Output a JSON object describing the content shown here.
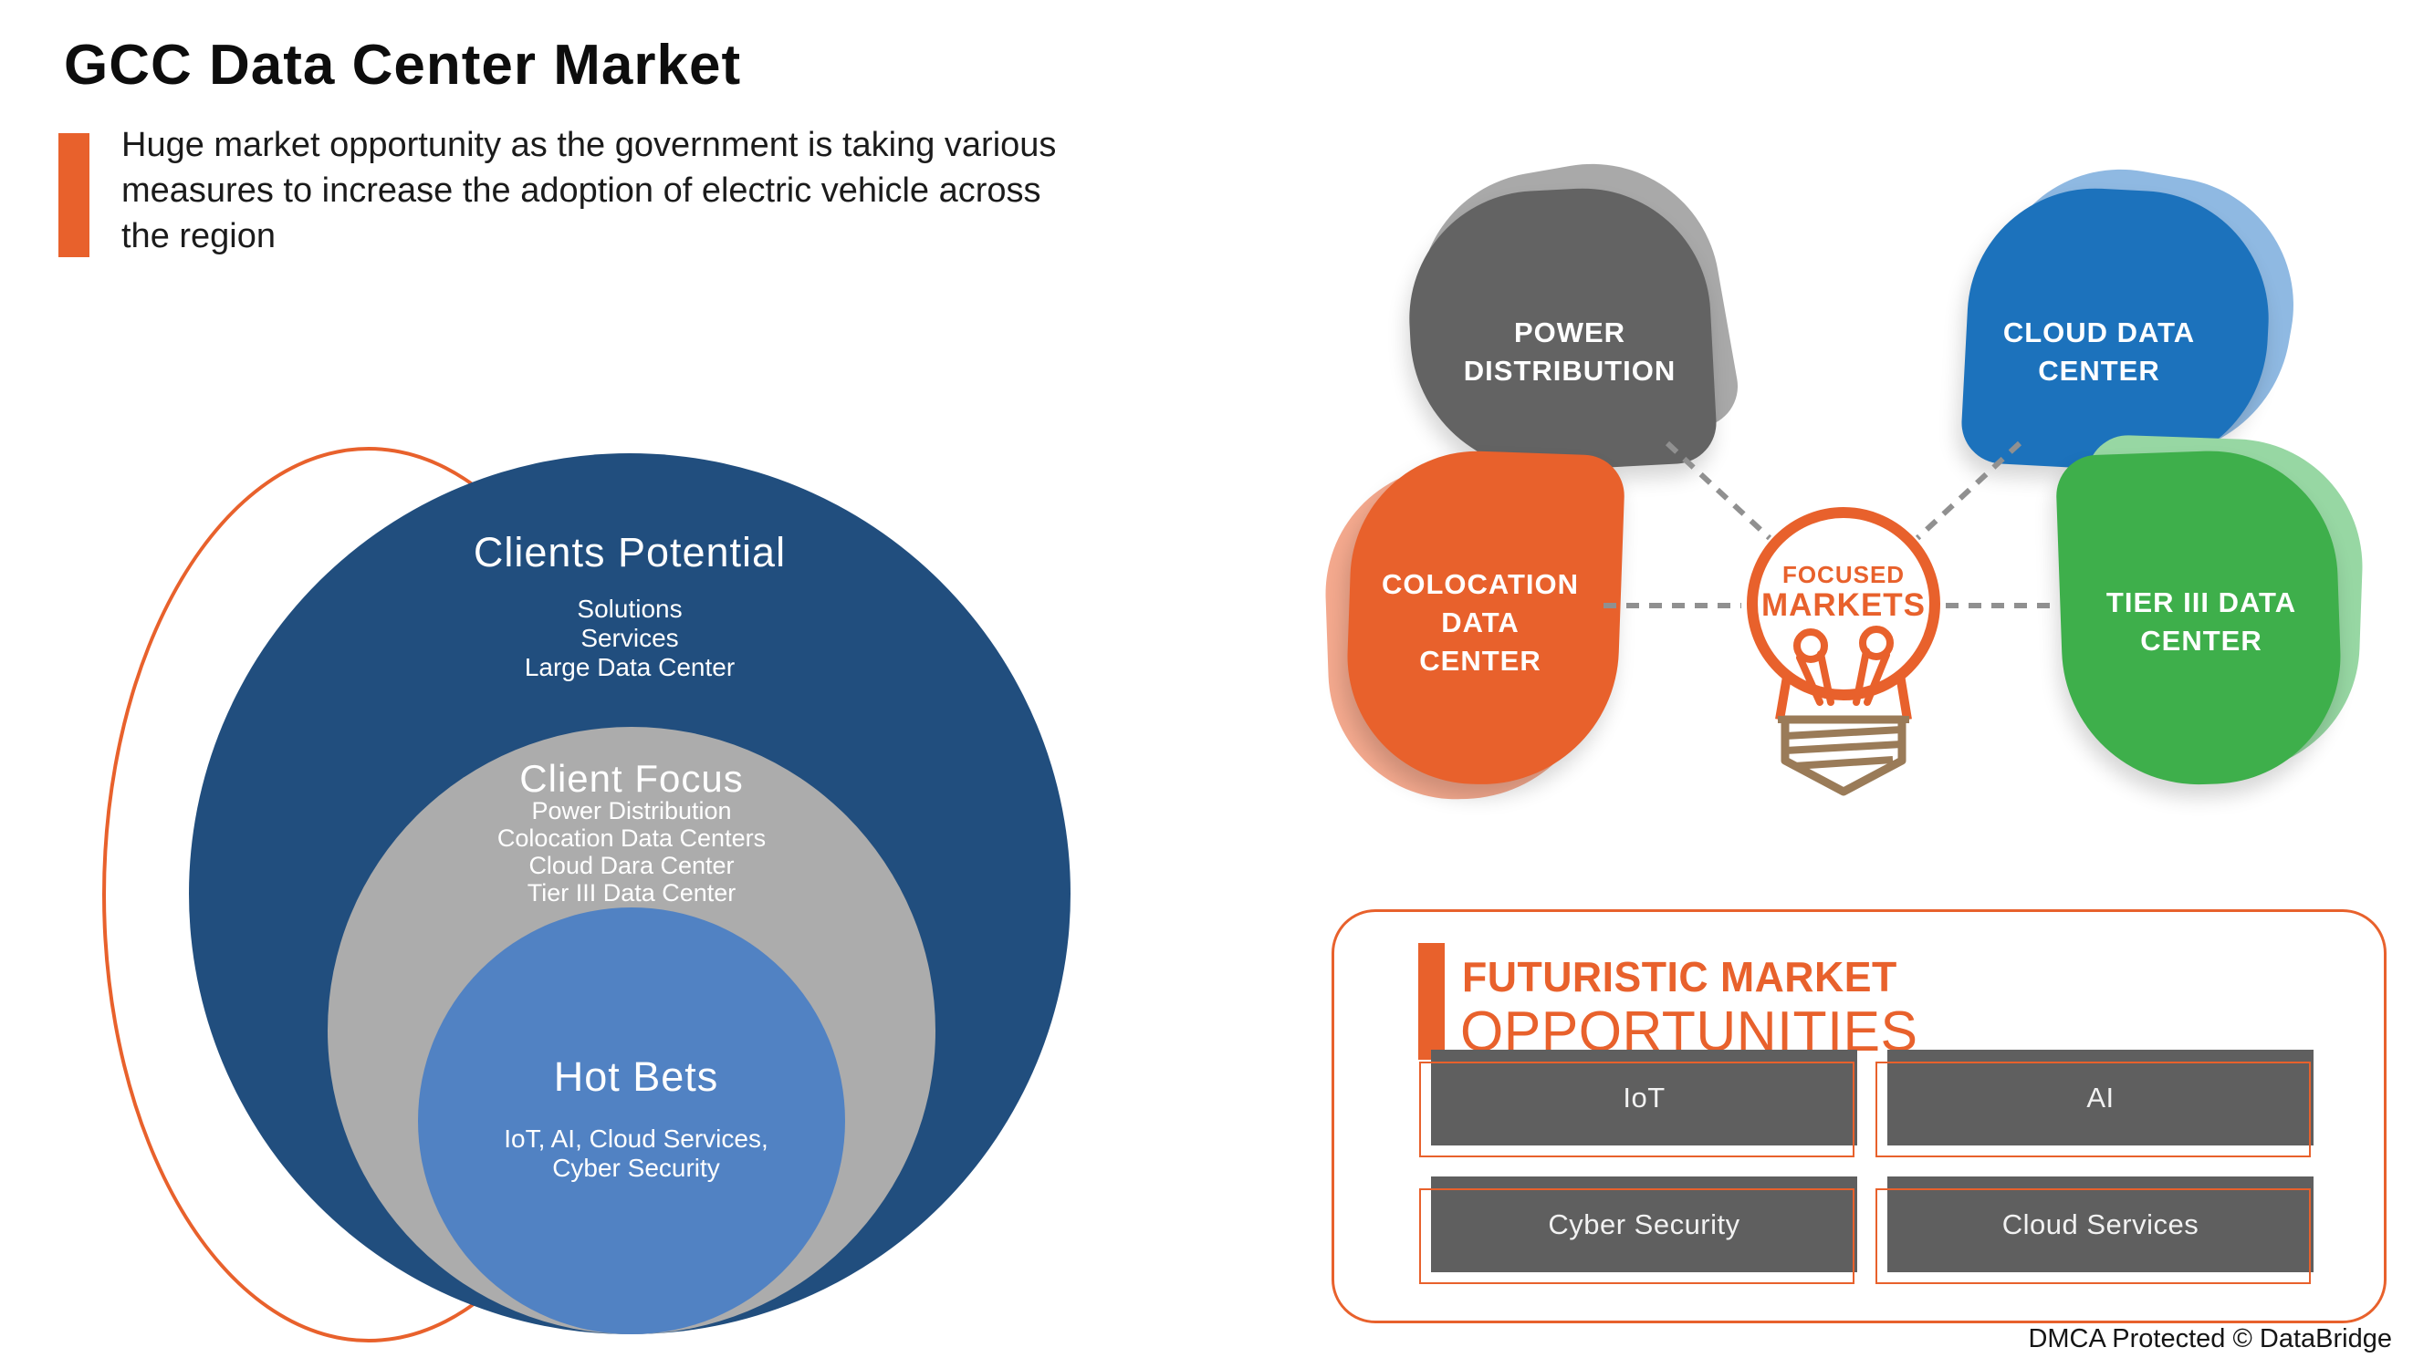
{
  "header": {
    "title": "GCC Data Center Market",
    "subtitle_lines": [
      "Huge market opportunity as the government is taking various",
      "measures to increase the adoption of electric vehicle across",
      "the region"
    ]
  },
  "venn": {
    "outer": {
      "title": "Clients Potential",
      "items": [
        "Solutions",
        "Services",
        "Large Data Center"
      ]
    },
    "middle": {
      "title": "Client Focus",
      "items": [
        "Power Distribution",
        "Colocation Data Centers",
        "Cloud Dara Center",
        "Tier III Data Center"
      ]
    },
    "inner": {
      "title": "Hot Bets",
      "items": [
        "IoT, AI, Cloud Services,",
        "Cyber Security"
      ]
    }
  },
  "focused_markets": {
    "center": {
      "line1": "FOCUSED",
      "line2": "MARKETS"
    },
    "nodes": [
      {
        "id": "power-distribution",
        "lines": [
          "POWER",
          "DISTRIBUTION"
        ],
        "color": "#636363",
        "echo_color": "#A9A9A9"
      },
      {
        "id": "cloud-data-center",
        "lines": [
          "CLOUD DATA",
          "CENTER"
        ],
        "color": "#1C72BC",
        "echo_color": "#8FB9E2"
      },
      {
        "id": "colocation-data-center",
        "lines": [
          "COLOCATION",
          "DATA",
          "CENTER"
        ],
        "color": "#E8612C",
        "echo_color": "#F4A98E"
      },
      {
        "id": "tier-iii-data-center",
        "lines": [
          "TIER III DATA",
          "CENTER"
        ],
        "color": "#3EAF4B",
        "echo_color": "#97D7A3"
      }
    ]
  },
  "opportunities": {
    "heading_line1": "FUTURISTIC MARKET",
    "heading_line2": "OPPORTUNITIES",
    "items": [
      "IoT",
      "AI",
      "Cyber Security",
      "Cloud Services"
    ]
  },
  "footer": {
    "dmca": "DMCA Protected © DataBridge"
  },
  "colors": {
    "accent": "#E8612C",
    "venn_outer": "#214E7E",
    "venn_middle": "#ACACAC",
    "venn_inner": "#5182C3",
    "opportunity_box": "#5F5F5F",
    "bulb_brown": "#9A7B58",
    "dash_gray": "#909090"
  }
}
